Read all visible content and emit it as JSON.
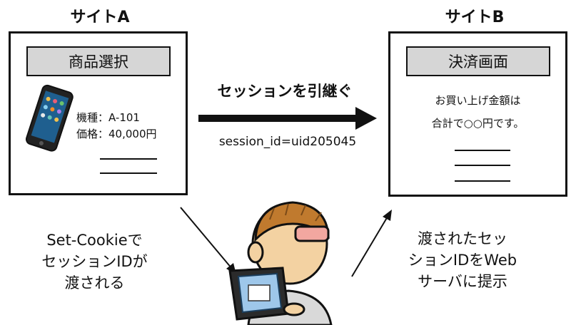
{
  "site_a": {
    "title": "サイトA",
    "header": "商品選択",
    "model_line": "機種：A-101",
    "price_line": "価格：40,000円"
  },
  "site_b": {
    "title": "サイトB",
    "header": "決済画面",
    "message_line1": "お買い上げ金額は",
    "message_line2": "合計で○○円です。"
  },
  "transfer": {
    "label": "セッションを引継ぐ",
    "session": "session_id=uid205045"
  },
  "left_note": [
    "Set-Cookieで",
    "セッションIDが",
    "渡される"
  ],
  "right_note": [
    "渡されたセッ",
    "ションIDをWeb",
    "サーバに提示"
  ],
  "icons": [
    "smartphone-icon",
    "arrow-right-icon",
    "user-laptop-icon"
  ]
}
